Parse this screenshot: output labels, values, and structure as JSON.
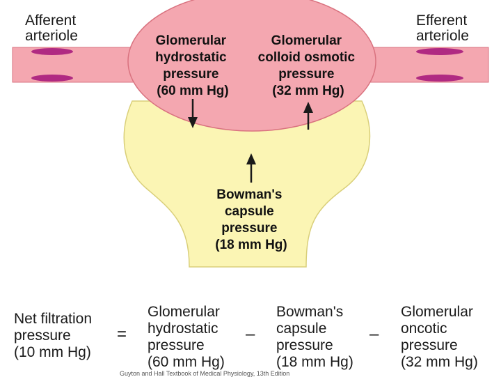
{
  "diagram": {
    "afferent": [
      "Afferent",
      "arteriole"
    ],
    "efferent": [
      "Efferent",
      "arteriole"
    ],
    "glomerular_hydrostatic": [
      "Glomerular",
      "hydrostatic",
      "pressure",
      "(60 mm Hg)"
    ],
    "glomerular_colloid": [
      "Glomerular",
      "colloid osmotic",
      "pressure",
      "(32 mm Hg)"
    ],
    "bowmans": [
      "Bowman's",
      "capsule",
      "pressure",
      "(18 mm Hg)"
    ]
  },
  "equation": {
    "net": [
      "Net filtration",
      "pressure",
      "(10 mm Hg)"
    ],
    "equals": "=",
    "term1": [
      "Glomerular",
      "hydrostatic",
      "pressure",
      "(60 mm Hg)"
    ],
    "minus1": "–",
    "term2": [
      "Bowman's",
      "capsule",
      "pressure",
      "(18 mm Hg)"
    ],
    "minus2": "–",
    "term3": [
      "Glomerular",
      "oncotic",
      "pressure",
      "(32 mm Hg)"
    ]
  },
  "caption": "Guyton and Hall Textbook of Medical Physiology, 13th Edition",
  "colors": {
    "vessel": "#f4a7b0",
    "vessel_stroke": "#d9727f",
    "wall_band": "#b02a82",
    "capsule": "#fbf5b4",
    "capsule_stroke": "#d9cf7a",
    "text": "#1a1a1a"
  }
}
